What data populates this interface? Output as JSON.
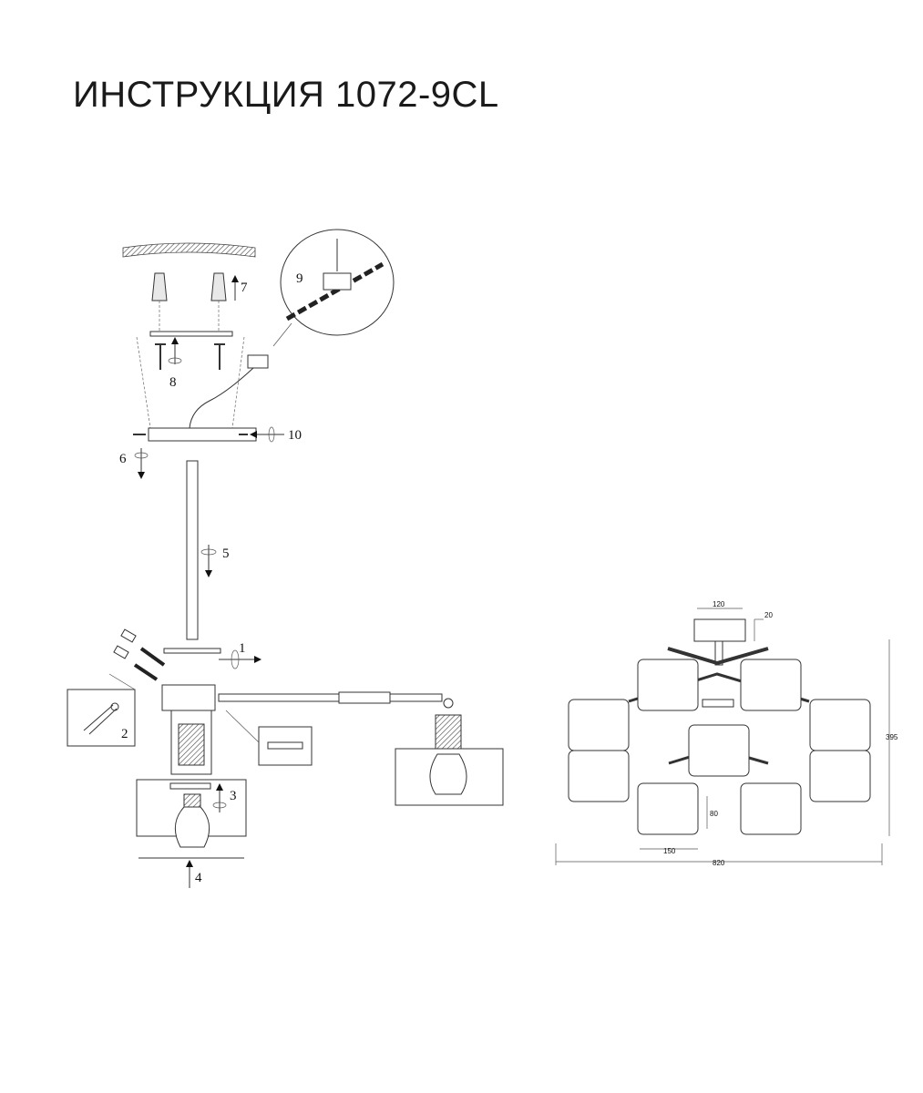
{
  "title": "ИНСТРУКЦИЯ 1072-9CL",
  "steps": [
    "1",
    "2",
    "3",
    "4",
    "5",
    "6",
    "7",
    "8",
    "9",
    "10"
  ],
  "dimensions": {
    "canopy_width": "120",
    "canopy_height": "20",
    "total_height": "395",
    "shade_height": "80",
    "shade_width": "150",
    "total_width": "820"
  }
}
